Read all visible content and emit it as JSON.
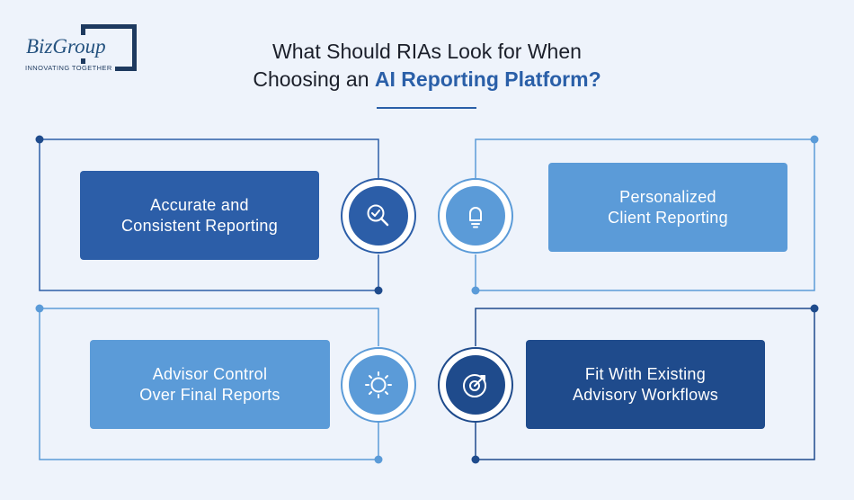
{
  "brand": {
    "name": "BizGroup",
    "tagline": "INNOVATING TOGETHER"
  },
  "title": {
    "line1": "What Should RIAs Look for When",
    "line2_prefix": "Choosing an ",
    "line2_highlight": "AI Reporting Platform?"
  },
  "colors": {
    "dark_blue": "#2c5ea8",
    "navy": "#1f4b8c",
    "light_blue": "#5b9bd8",
    "accent": "#2a5fa8",
    "background": "#eef3fb"
  },
  "cards": [
    {
      "label": "Accurate and\nConsistent Reporting",
      "icon": "magnifier-check-icon"
    },
    {
      "label": "Personalized\nClient Reporting",
      "icon": "lightbulb-icon"
    },
    {
      "label": "Advisor Control\nOver Final Reports",
      "icon": "sun-gear-icon"
    },
    {
      "label": "Fit With Existing\nAdvisory Workflows",
      "icon": "target-arrow-icon"
    }
  ]
}
